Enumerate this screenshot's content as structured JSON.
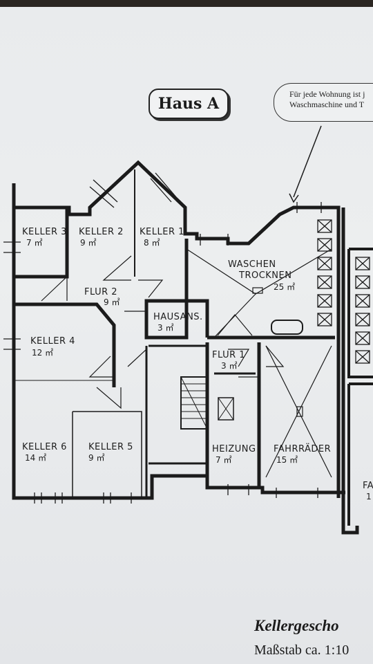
{
  "header": {
    "house_label": "Haus A",
    "note_line1": "Für jede Wohnung ist j",
    "note_line2": "Waschmaschine und T"
  },
  "rooms": [
    {
      "label": "KELLER 3",
      "area": "7 ㎡"
    },
    {
      "label": "KELLER 2",
      "area": "9 ㎡"
    },
    {
      "label": "KELLER 1",
      "area": "8 ㎡"
    },
    {
      "label": "WASCHEN",
      "label2": "TROCKNEN",
      "area": "25 ㎡"
    },
    {
      "label": "FLUR 2",
      "area": "9 ㎡"
    },
    {
      "label": "HAUSANS.",
      "area": "3 ㎡"
    },
    {
      "label": "KELLER 4",
      "area": "12 ㎡"
    },
    {
      "label": "FLUR 1",
      "area": "3 ㎡"
    },
    {
      "label": "KELLER 6",
      "area": "14 ㎡"
    },
    {
      "label": "KELLER 5",
      "area": "9 ㎡"
    },
    {
      "label": "HEIZUNG",
      "area": "7 ㎡"
    },
    {
      "label": "FAHRRÄDER",
      "area": "15 ㎡"
    },
    {
      "label": "FA",
      "area": "1"
    }
  ],
  "footer": {
    "title": "Kellergescho",
    "scale": "Maßstab ca. 1:10"
  },
  "colors": {
    "paper": "#eceeef",
    "ink": "#1d1d1d",
    "background": "#2b2622"
  }
}
